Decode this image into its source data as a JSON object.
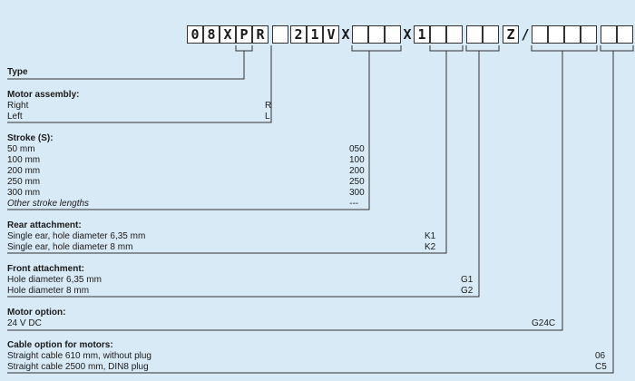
{
  "code_chars": [
    "0",
    "8",
    "X",
    "P",
    "R",
    "",
    "2",
    "1",
    "V",
    "X",
    "",
    "",
    "",
    "X",
    "1",
    "",
    "",
    "",
    "",
    "Z",
    "/",
    "",
    "",
    "",
    "",
    "",
    ""
  ],
  "sections": [
    {
      "id": "type",
      "header": "Type",
      "rows": []
    },
    {
      "id": "motor-assembly",
      "header": "Motor assembly:",
      "rows": [
        {
          "label": "Right",
          "code": "R"
        },
        {
          "label": "Left",
          "code": "L"
        }
      ]
    },
    {
      "id": "stroke",
      "header": "Stroke (S):",
      "rows": [
        {
          "label": "50 mm",
          "code": "050"
        },
        {
          "label": "100 mm",
          "code": "100"
        },
        {
          "label": "200 mm",
          "code": "200"
        },
        {
          "label": "250 mm",
          "code": "250"
        },
        {
          "label": "300 mm",
          "code": "300"
        },
        {
          "label": "Other stroke lengths",
          "code": "---",
          "italic": true
        }
      ]
    },
    {
      "id": "rear-attachment",
      "header": "Rear attachment:",
      "rows": [
        {
          "label": "Single ear, hole diameter 6,35 mm",
          "code": "K1"
        },
        {
          "label": "Single ear, hole diameter 8 mm",
          "code": "K2"
        }
      ]
    },
    {
      "id": "front-attachment",
      "header": "Front attachment:",
      "rows": [
        {
          "label": "Hole diameter 6,35 mm",
          "code": "G1"
        },
        {
          "label": "Hole diameter 8 mm",
          "code": "G2"
        }
      ]
    },
    {
      "id": "motor-option",
      "header": "Motor option:",
      "rows": [
        {
          "label": "24 V DC",
          "code": "G24C"
        }
      ]
    },
    {
      "id": "cable-option",
      "header": "Cable option for motors:",
      "rows": [
        {
          "label": "Straight cable 610 mm, without plug",
          "code": "06"
        },
        {
          "label": "Straight cable 2500 mm, DIN8 plug",
          "code": "C5"
        }
      ]
    }
  ]
}
